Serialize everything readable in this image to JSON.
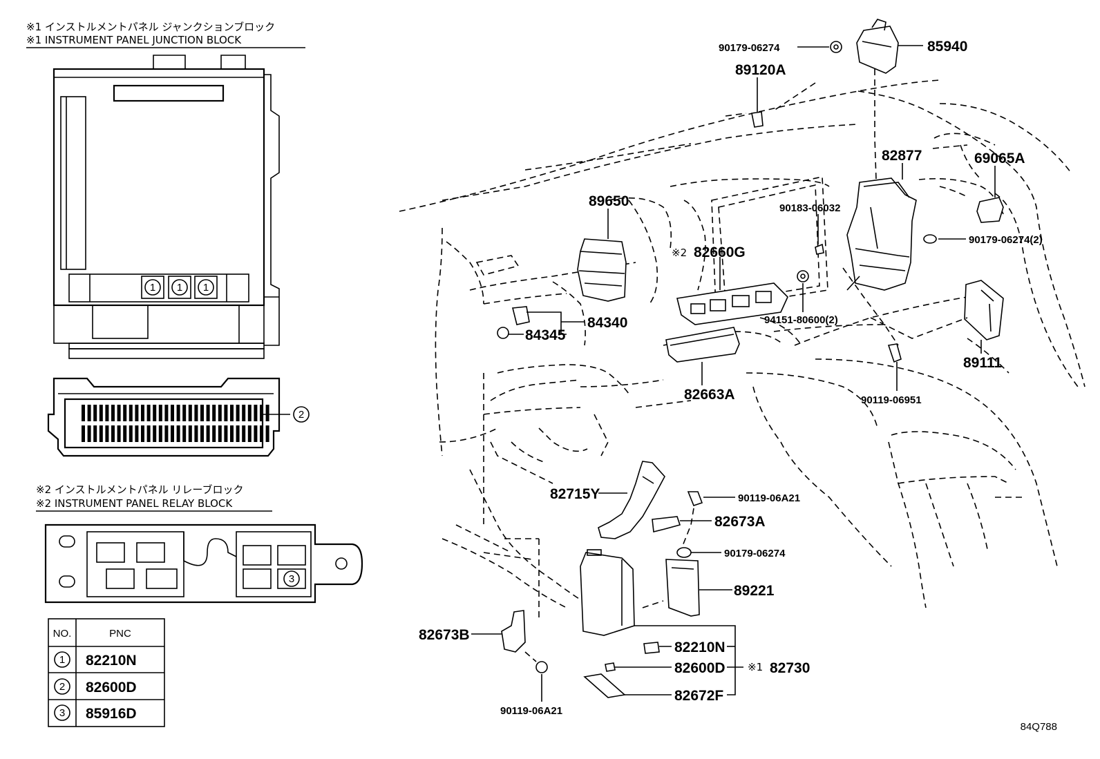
{
  "legend_blocks": {
    "junction_block": {
      "title_jp": "※1 インストルメントパネル ジャンクションブロック",
      "title_en": "※1 INSTRUMENT PANEL JUNCTION BLOCK"
    },
    "relay_block": {
      "title_jp": "※2 インストルメントパネル リレーブロック",
      "title_en": "※2 INSTRUMENT PANEL RELAY BLOCK"
    }
  },
  "callout_markers": {
    "one": "1",
    "two": "2",
    "three": "3"
  },
  "pnc_table": {
    "headers": [
      "NO.",
      "PNC"
    ],
    "rows": [
      {
        "no": "1",
        "pnc": "82210N"
      },
      {
        "no": "2",
        "pnc": "82600D"
      },
      {
        "no": "3",
        "pnc": "85916D"
      }
    ]
  },
  "part_labels": {
    "p90179_06274_top": "90179-06274",
    "p85940": "85940",
    "p89120A": "89120A",
    "p82877": "82877",
    "p69065A": "69065A",
    "p89650": "89650",
    "p90183_06032": "90183-06032",
    "p90179_06274_2": "90179-06274(2)",
    "p82660G": "82660G",
    "p82660G_prefix": "※2",
    "p84340": "84340",
    "p84345": "84345",
    "p94151_80600_2": "94151-80600(2)",
    "p89111": "89111",
    "p82663A": "82663A",
    "p90119_06951": "90119-06951",
    "p82715Y": "82715Y",
    "p90119_06A21_mid": "90119-06A21",
    "p82673A": "82673A",
    "p90179_06274_low": "90179-06274",
    "p89221": "89221",
    "p82673B": "82673B",
    "p82210N": "82210N",
    "p82600D": "82600D",
    "p82672F": "82672F",
    "p82730": "82730",
    "p82730_prefix": "※1",
    "p90119_06A21_bottom": "90119-06A21"
  },
  "drawing_ref": "84Q788"
}
